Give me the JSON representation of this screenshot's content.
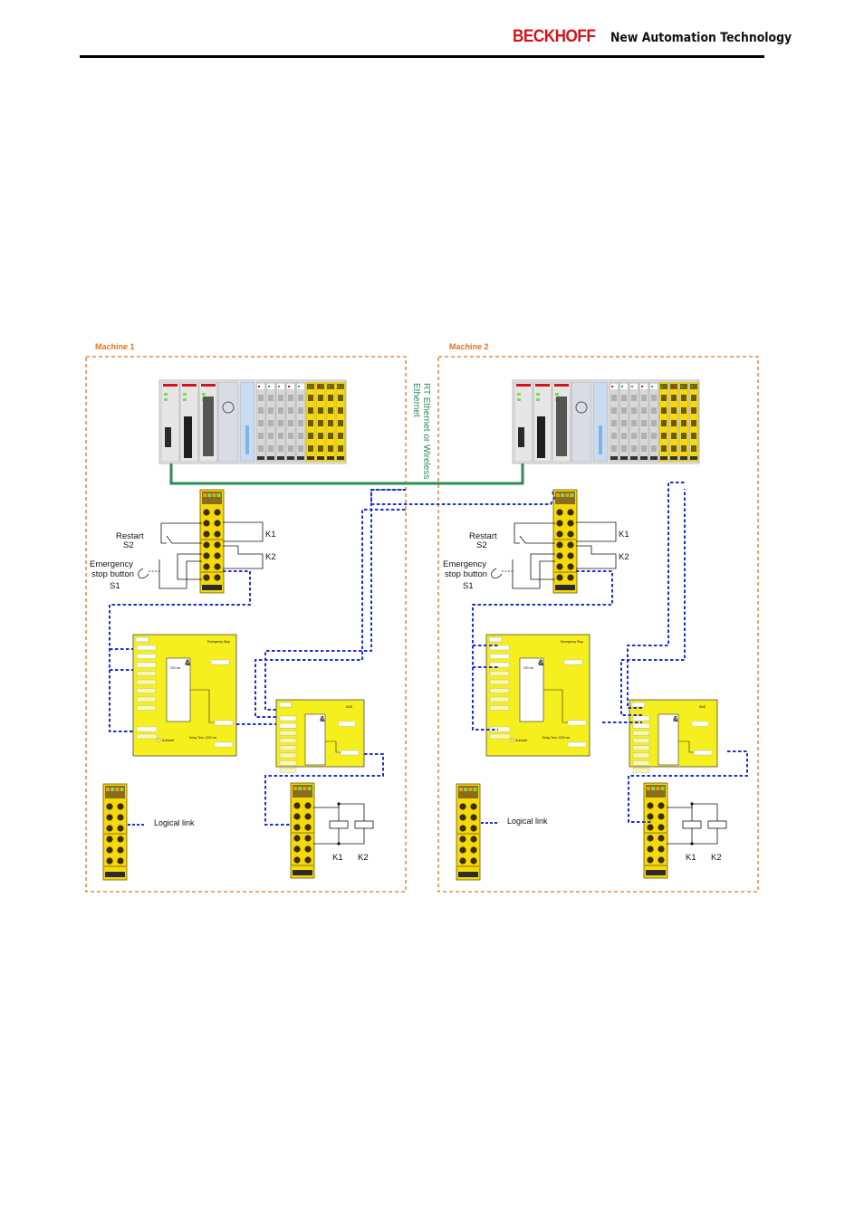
{
  "header": {
    "brand": "BECKHOFF",
    "tagline": "New Automation Technology",
    "brand_color": "#d4121a"
  },
  "diagram": {
    "network_label": "RT Ethernet or Wireless Ethernet",
    "network_color": "#2e8b57",
    "logical_link_color": "#1f2fd1",
    "frame_color": "#e8731e",
    "machines": [
      {
        "title": "Machine 1",
        "restart_label": "Restart",
        "restart_id": "S2",
        "estop_label": "Emergency stop button",
        "estop_id": "S1",
        "relay_k1": "K1",
        "relay_k2": "K2",
        "legend": "Logical link",
        "block1_title": "Emergency Stop",
        "block1_delay": "Delay Time: 1000 ms",
        "block1_time": "200 ms",
        "block1_activated": "Activated",
        "block2_title": "AND",
        "out_k1": "K1",
        "out_k2": "K2"
      },
      {
        "title": "Machine 2",
        "restart_label": "Restart",
        "restart_id": "S2",
        "estop_label": "Emergency stop button",
        "estop_id": "S1",
        "relay_k1": "K1",
        "relay_k2": "K2",
        "legend": "Logical link",
        "block1_title": "Emergency Stop",
        "block1_delay": "Delay Time: 1000 ms",
        "block1_time": "200 ms",
        "block1_activated": "Activated",
        "block2_title": "AND",
        "out_k1": "K1",
        "out_k2": "K2"
      }
    ]
  }
}
